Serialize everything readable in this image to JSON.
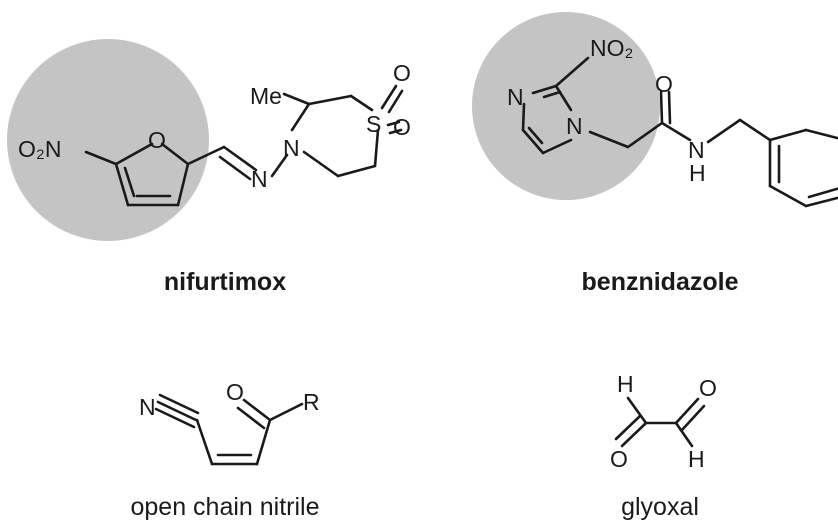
{
  "compounds": [
    {
      "name": "nifurtimox",
      "labels": {
        "o2n": "O₂N",
        "ring_o": "O",
        "imine_n": "N",
        "ring_n": "N",
        "methyl": "Me",
        "s": "S",
        "o1": "O",
        "o2": "O"
      }
    },
    {
      "name": "benznidazole",
      "labels": {
        "no2": "NO₂",
        "n1": "N",
        "n2": "N",
        "carbonyl_o": "O",
        "nh_n": "N",
        "nh_h": "H"
      }
    },
    {
      "name": "open chain nitrile",
      "labels": {
        "n": "N",
        "o": "O",
        "r": "R"
      }
    },
    {
      "name": "glyoxal",
      "labels": {
        "h1": "H",
        "o1": "O",
        "o2": "O",
        "h2": "H"
      }
    }
  ],
  "colors": {
    "highlight": "#c4c4c4",
    "ink": "#1a1a1a"
  }
}
